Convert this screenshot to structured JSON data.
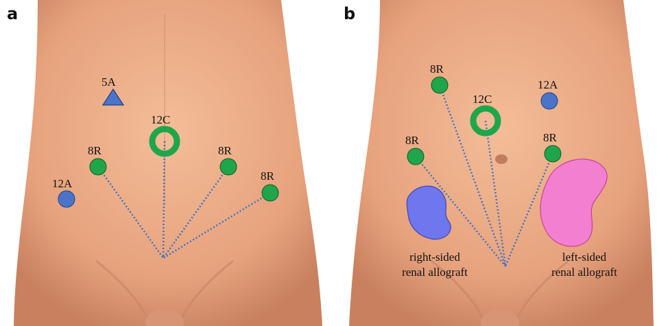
{
  "panels": [
    {
      "letter": "a",
      "ports": [
        {
          "label": "5A",
          "kind": "triangle",
          "color": "blue"
        },
        {
          "label": "12C",
          "kind": "ring",
          "color": "green"
        },
        {
          "label": "8R",
          "kind": "dot",
          "color": "green"
        },
        {
          "label": "8R",
          "kind": "dot",
          "color": "green"
        },
        {
          "label": "8R",
          "kind": "dot",
          "color": "green"
        },
        {
          "label": "12A",
          "kind": "dot",
          "color": "blue"
        }
      ]
    },
    {
      "letter": "b",
      "ports": [
        {
          "label": "8R",
          "kind": "dot",
          "color": "green"
        },
        {
          "label": "12C",
          "kind": "ring",
          "color": "green"
        },
        {
          "label": "12A",
          "kind": "dot",
          "color": "blue"
        },
        {
          "label": "8R",
          "kind": "dot",
          "color": "green"
        },
        {
          "label": "8R",
          "kind": "dot",
          "color": "green"
        }
      ],
      "allografts": [
        {
          "line1": "right-sided",
          "line2": "renal allograft",
          "color": "#6f77ee"
        },
        {
          "line1": "left-sided",
          "line2": "renal allograft",
          "color": "#f27fcf"
        }
      ]
    }
  ],
  "colors": {
    "skin": "#e8a985",
    "skin_shadow": "#c98466",
    "port_green": "#1fa64a",
    "port_blue": "#4b74c9",
    "trajectory": "#3f6fc4"
  }
}
